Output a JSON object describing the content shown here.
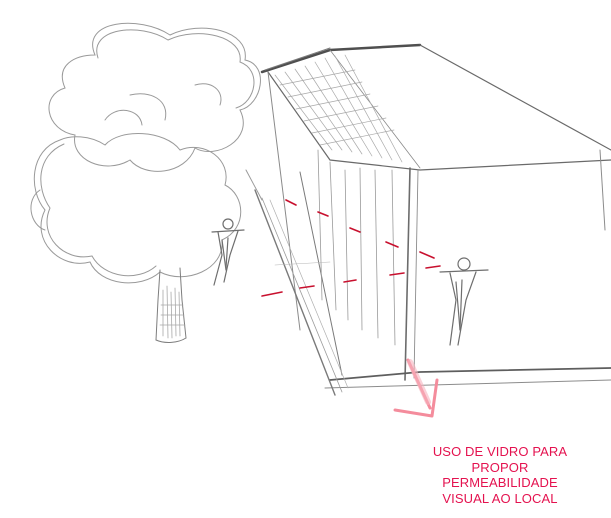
{
  "annotation": {
    "lines": [
      "USO DE VIDRO PARA",
      "PROPOR",
      "PERMEABILIDADE",
      "VISUAL AO LOCAL"
    ]
  },
  "colors": {
    "paper": "#ffffff",
    "pencil": "#8c8c8c",
    "pencil_dark": "#5e5e5e",
    "sightline": "#c8102e",
    "arrow": "#f48c9c",
    "annotation_text": "#e4124f"
  },
  "icons": [
    "tree",
    "person-outside",
    "person-inside",
    "glass-building",
    "direction-arrow"
  ]
}
